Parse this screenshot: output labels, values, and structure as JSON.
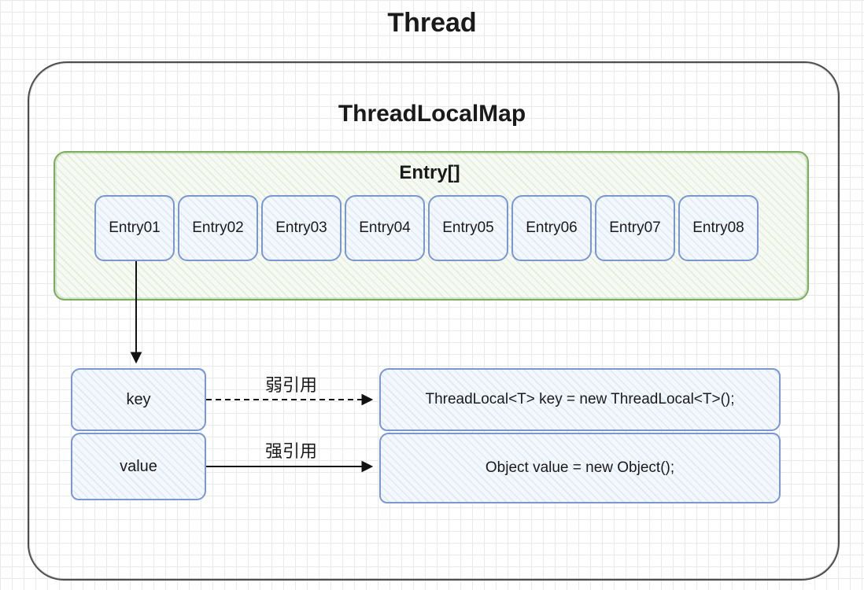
{
  "page": {
    "title": "Thread"
  },
  "map": {
    "title": "ThreadLocalMap"
  },
  "entry_array": {
    "title": "Entry[]",
    "entries": [
      "Entry01",
      "Entry02",
      "Entry03",
      "Entry04",
      "Entry05",
      "Entry06",
      "Entry07",
      "Entry08"
    ]
  },
  "kv": {
    "key": "key",
    "value": "value"
  },
  "refs": {
    "weak": "弱引用",
    "strong": "强引用",
    "key_code": "ThreadLocal<T> key = new ThreadLocal<T>();",
    "value_code": "Object value = new Object();"
  },
  "colors": {
    "outer_border": "#4d4d4d",
    "green_border": "#7bad5e",
    "blue_border": "#7a97cf",
    "arrow": "#111111"
  }
}
